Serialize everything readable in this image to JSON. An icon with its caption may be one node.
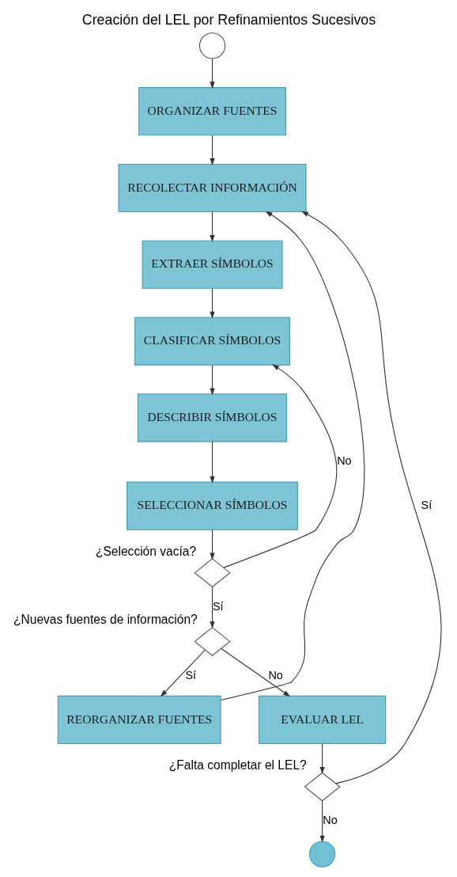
{
  "diagram": {
    "title": "Creación del LEL por Refinamientos Sucesivos",
    "nodes": [
      {
        "text": [],
        "shape": "circle"
      },
      {
        "text": [
          "ORGANIZAR FUENTES"
        ]
      },
      {
        "text": [
          "RECOLECTAR INFORMACIÓN"
        ]
      },
      {
        "text": [
          "EXTRAER SÍMBOLOS"
        ]
      },
      {
        "text": [
          "CLASIFICAR SÍMBOLOS"
        ]
      },
      {
        "text": [
          "DESCRIBIR SÍMBOLOS"
        ]
      },
      {
        "text": [
          "SELECCIONAR SÍMBOLOS"
        ]
      },
      {
        "text": [],
        "shape": "diamond",
        "beside": [
          "¿Selección vacía?"
        ]
      },
      {
        "text": [],
        "shape": "diamond",
        "beside": [
          "¿Nuevas fuentes de información?"
        ]
      },
      {
        "text": [
          "REORGANIZAR FUENTES"
        ]
      },
      {
        "text": [
          "EVALUAR LEL"
        ]
      },
      {
        "text": [],
        "shape": "diamond",
        "beside": [
          "¿Falta completar el LEL?"
        ]
      },
      {
        "text": [],
        "shape": "circle"
      }
    ],
    "edges": [
      {
        "from": 0,
        "to": 1,
        "arrow": "to"
      },
      {
        "from": 1,
        "to": 2,
        "arrow": "to"
      },
      {
        "from": 2,
        "to": 3,
        "arrow": "to"
      },
      {
        "from": 3,
        "to": 4,
        "arrow": "to"
      },
      {
        "from": 4,
        "to": 5,
        "arrow": "to"
      },
      {
        "from": 5,
        "to": 6,
        "arrow": "to"
      },
      {
        "from": 6,
        "to": 7,
        "arrow": "to"
      },
      {
        "from": 7,
        "to": 4,
        "arrow": "to",
        "label": "No"
      },
      {
        "from": 7,
        "to": 8,
        "arrow": "to",
        "label": "Sí"
      },
      {
        "from": 8,
        "to": 9,
        "arrow": "to",
        "label": "Sí"
      },
      {
        "from": 8,
        "to": 10,
        "arrow": "to",
        "label": "No"
      },
      {
        "from": 9,
        "to": 2,
        "arrow": "to"
      },
      {
        "from": 10,
        "to": 11,
        "arrow": "to"
      },
      {
        "from": 11,
        "to": 2,
        "arrow": "to",
        "label": "Sí"
      },
      {
        "from": 11,
        "to": 12,
        "arrow": "to",
        "label": "No"
      }
    ]
  }
}
